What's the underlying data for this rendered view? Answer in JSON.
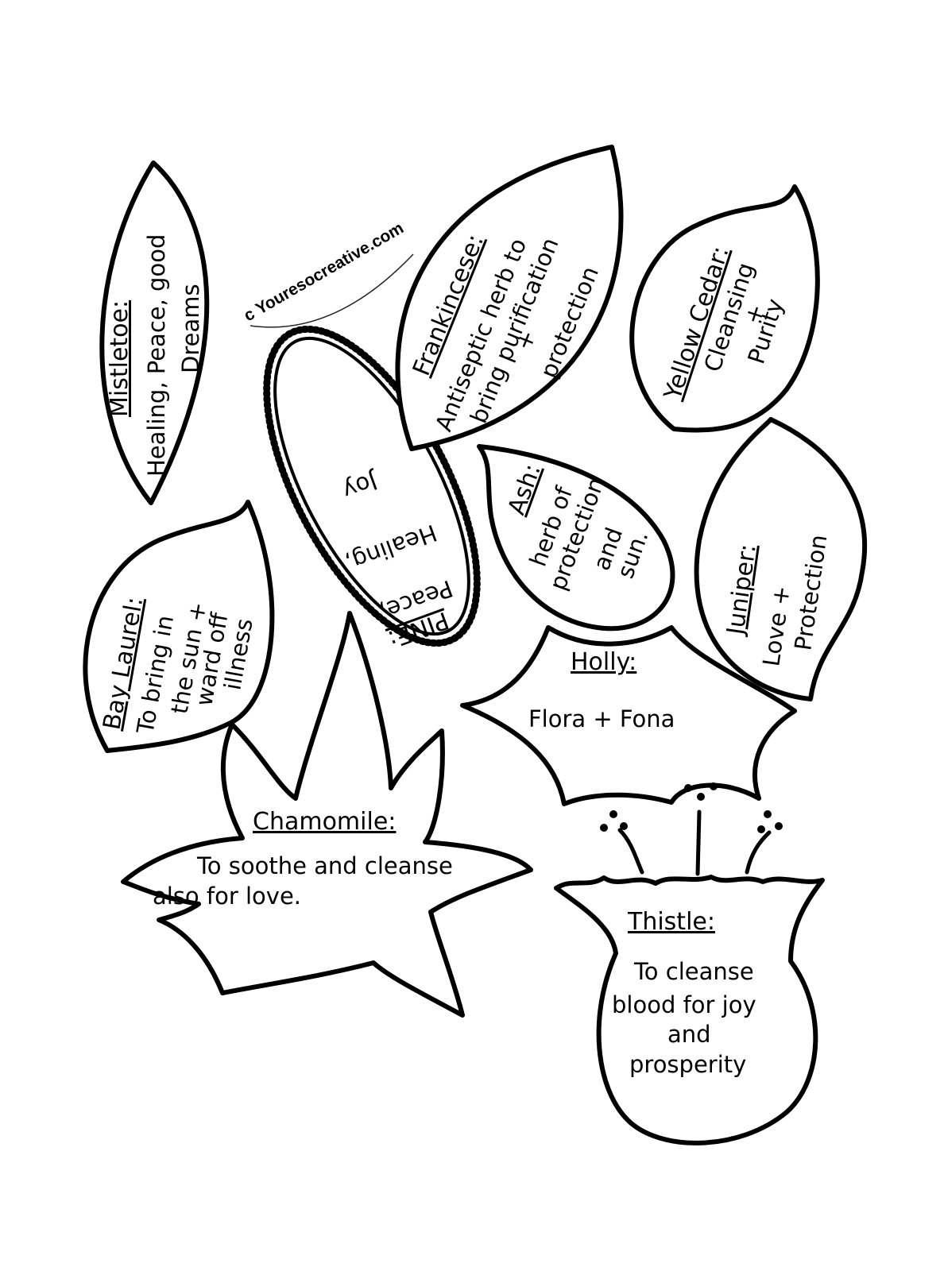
{
  "watermark": "c Youresocreative.com",
  "colors": {
    "ink": "#000000",
    "paper": "#ffffff"
  },
  "leaves": {
    "mistletoe": {
      "name": "Mistletoe:",
      "line1": "Healing, Peace, good",
      "line2": "Dreams"
    },
    "pine": {
      "name": "PINE:",
      "line1": "Peace,",
      "line2": "Healing,",
      "line3": "Joy"
    },
    "frankincense": {
      "name": "Frankincese:",
      "line1": "Antiseptic herb to",
      "line2": "bring purification",
      "line3": "+",
      "line4": "protection"
    },
    "yellow_cedar": {
      "name": "Yellow Cedar:",
      "line1": "Cleansing",
      "line2": "+",
      "line3": "Purity"
    },
    "ash": {
      "name": "Ash:",
      "line1": "herb of",
      "line2": "protection",
      "line3": "and",
      "line4": "sun."
    },
    "juniper": {
      "name": "Juniper:",
      "line1": "Love +",
      "line2": "Protection"
    },
    "bay_laurel": {
      "name": "Bay Laurel:",
      "line1": "To bring in",
      "line2": "the sun +",
      "line3": "ward off",
      "line4": "illness"
    },
    "holly": {
      "name": "Holly:",
      "line1": "Flora + Fona"
    },
    "chamomile": {
      "name": "Chamomile:",
      "line1": "To soothe and cleanse",
      "line2": "also for love."
    },
    "thistle": {
      "name": "Thistle:",
      "line1": "To cleanse",
      "line2": "blood for joy",
      "line3": "and",
      "line4": "prosperity"
    }
  }
}
